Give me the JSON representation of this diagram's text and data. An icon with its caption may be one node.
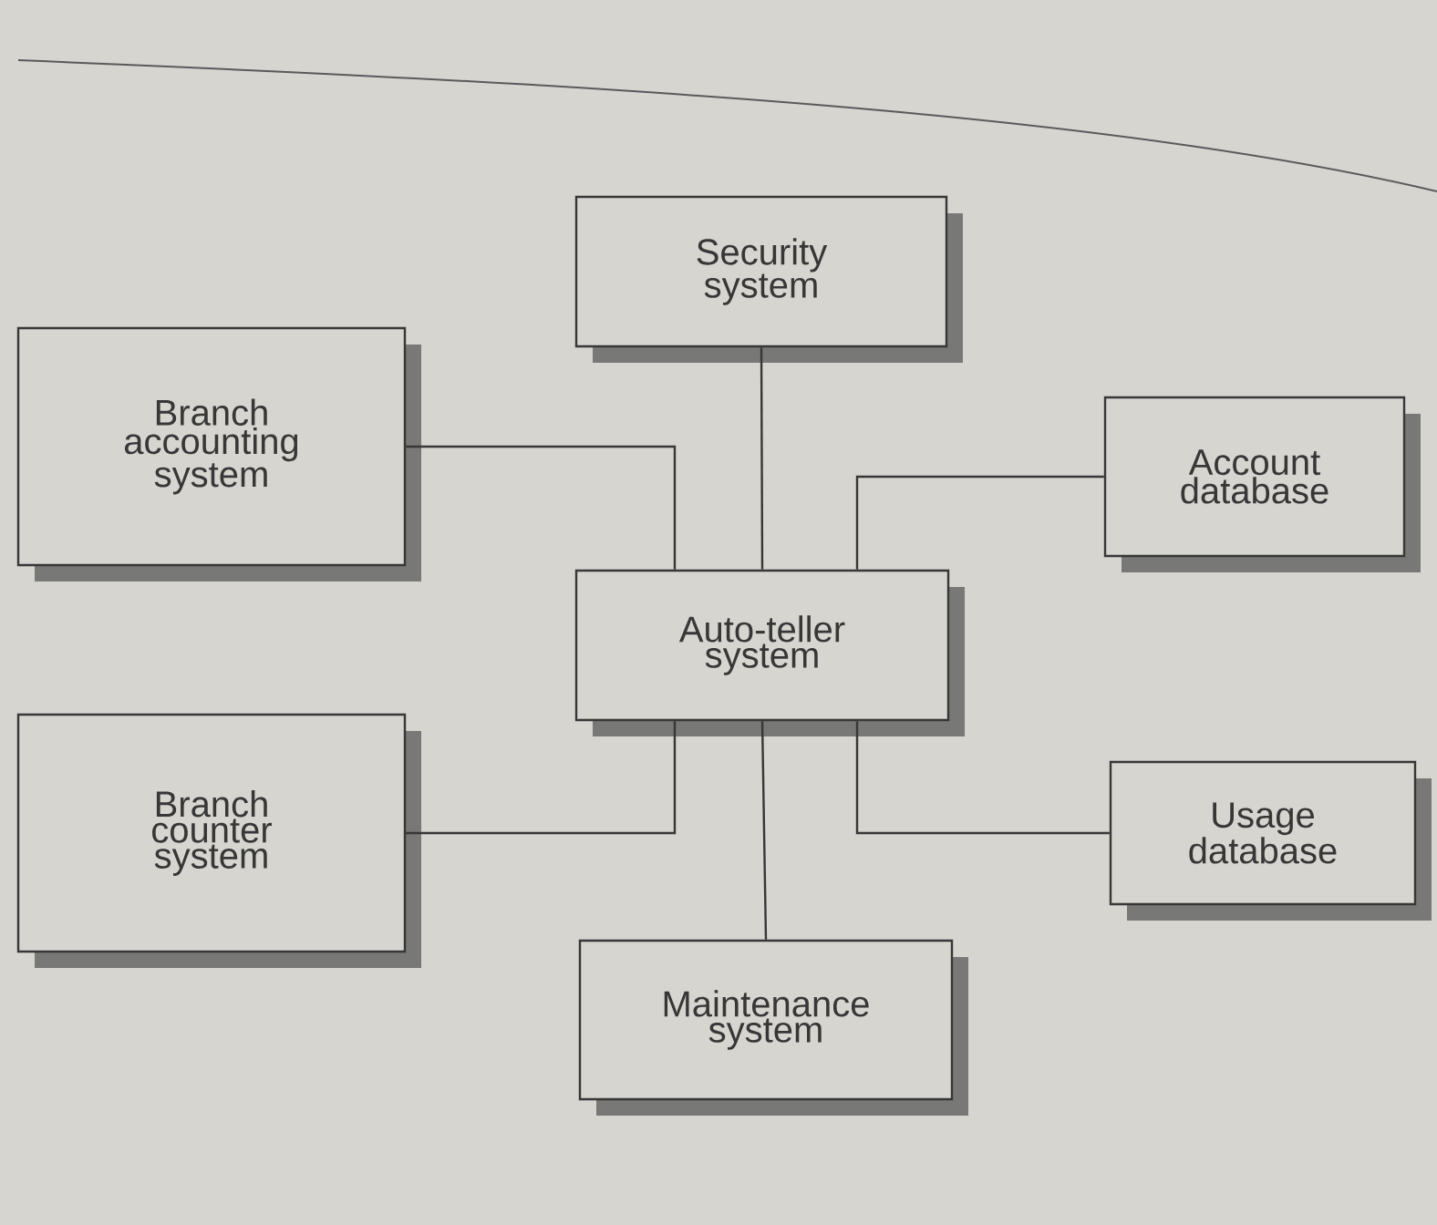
{
  "diagram": {
    "nodes": [
      {
        "text": [
          "Security system"
        ]
      },
      {
        "text": [
          "Branch accounting system"
        ]
      },
      {
        "text": [
          "Account database"
        ]
      },
      {
        "text": [
          "Auto-teller system"
        ]
      },
      {
        "text": [
          "Branch counter system"
        ]
      },
      {
        "text": [
          "Usage database"
        ]
      },
      {
        "text": [
          "Maintenance system"
        ]
      }
    ],
    "edges": [
      {
        "from": 3,
        "to": 0,
        "arrow": "none"
      },
      {
        "from": 3,
        "to": 1,
        "arrow": "none"
      },
      {
        "from": 3,
        "to": 2,
        "arrow": "none"
      },
      {
        "from": 3,
        "to": 4,
        "arrow": "none"
      },
      {
        "from": 3,
        "to": 5,
        "arrow": "none"
      },
      {
        "from": 3,
        "to": 6,
        "arrow": "none"
      }
    ]
  }
}
